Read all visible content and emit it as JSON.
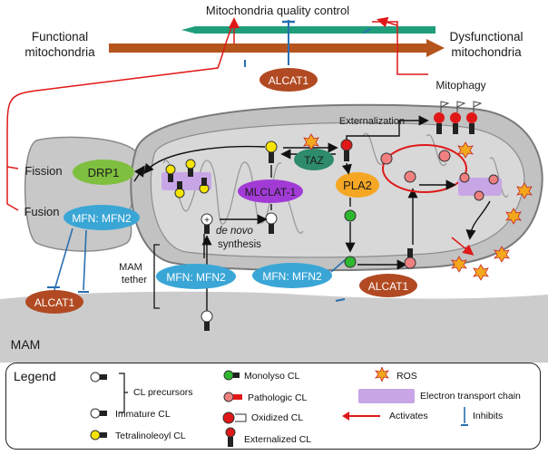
{
  "header": {
    "title": "Mitochondria quality control",
    "left_label_line1": "Functional",
    "left_label_line2": "mitochondria",
    "right_label_line1": "Dysfunctional",
    "right_label_line2": "mitochondria"
  },
  "nodes": {
    "alcat1_top": "ALCAT1",
    "drp1": "DRP1",
    "mfn_left": "MFN: MFN2",
    "mfn_tether": "MFN: MFN2",
    "mfn_mid": "MFN: MFN2",
    "taz": "TAZ",
    "mlclat1": "MLCLAT-1",
    "pla2": "PLA2",
    "alcat1_mam_left": "ALCAT1",
    "alcat1_mam_mid": "ALCAT1"
  },
  "labels": {
    "fission": "Fission",
    "fusion": "Fusion",
    "mitophagy": "Mitophagy",
    "externalization": "Externalization",
    "de_novo": "de novo",
    "synthesis": "synthesis",
    "mam_tether_line1": "MAM",
    "mam_tether_line2": "tether",
    "mam": "MAM"
  },
  "legend": {
    "title": "Legend",
    "cl_precursors": "CL precursors",
    "immature_cl": "Immature CL",
    "tetralinoleoyl_cl": "Tetralinoleoyl CL",
    "monolyso_cl": "Monolyso CL",
    "pathologic_cl": "Pathologic CL",
    "oxidized_cl": "Oxidized CL",
    "externalized_cl": "Externalized CL",
    "ros": "ROS",
    "electron_transport_chain": "Electron transport chain",
    "activates": "Activates",
    "inhibits": "Inhibits"
  },
  "colors": {
    "functional_arrow": "#1f9e7a",
    "dysfunctional_arrow": "#b5541c",
    "activate_red": "#e01818",
    "inhibit_blue": "#2a6fb0",
    "alcat1": "#b14a22",
    "drp1": "#7fbf3f",
    "mfn": "#3aa6d6",
    "taz": "#2e8b6b",
    "mlclat1": "#a23bd6",
    "pla2": "#f5a623",
    "etc_purple": "#c8a6e6",
    "membrane_gray": "#c8c8c8",
    "ros_orange": "#f4a81d"
  }
}
